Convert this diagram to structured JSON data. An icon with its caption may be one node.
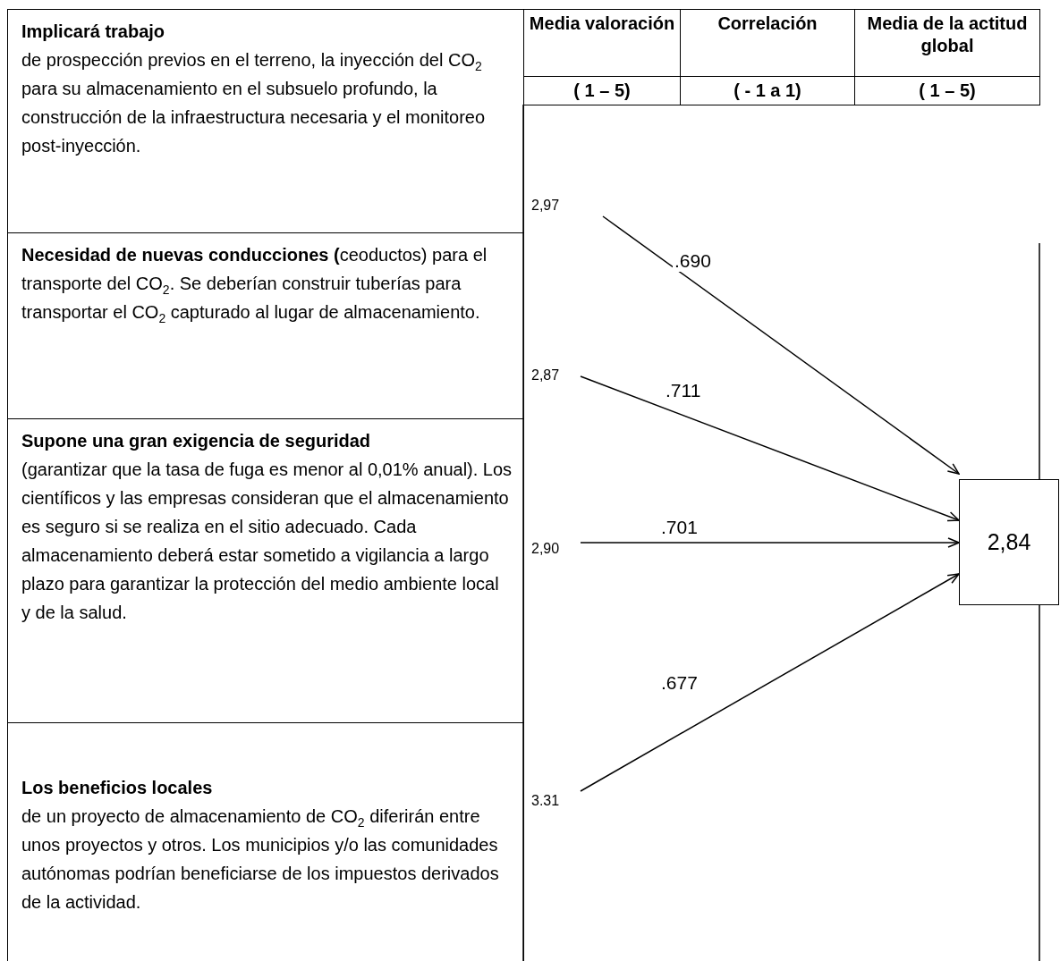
{
  "diagram": {
    "nodes": [
      {
        "text": [
          "Implicará trabajo",
          "de prospección previos en el terreno, la inyección del CO$_{2}$ para su almacenamiento en el subsuelo profundo, la construcción de la infraestructura necesaria y el monitoreo post-inyección."
        ]
      },
      {
        "text": [
          "**Necesidad de nuevas conducciones (**ceoductos) para el transporte del CO$_{2}$. Se deberían construir tuberías para transportar el CO$_{2}$ capturado al lugar de almacenamiento."
        ]
      },
      {
        "text": [
          "Supone una gran exigencia de seguridad",
          "(garantizar que la tasa de fuga es menor al 0,01% anual). Los científicos y las empresas consideran que el almacenamiento es seguro si se realiza en el sitio adecuado. Cada almacenamiento deberá estar sometido a vigilancia a largo plazo para garantizar la protección del medio ambiente local y de la salud."
        ]
      },
      {
        "text": [
          "Los beneficios locales",
          "de un proyecto de almacenamiento de CO$_{2}$ diferirán entre unos proyectos y otros. Los municipios y/o las comunidades autónomas podrían beneficiarse de los impuestos derivados de la actividad."
        ]
      },
      {
        "text": [
          "2,97"
        ]
      },
      {
        "text": [
          "2,87"
        ]
      },
      {
        "text": [
          "2,90"
        ]
      },
      {
        "text": [
          "3.31"
        ]
      },
      {
        "text": [
          "2,84"
        ]
      }
    ],
    "edges": [
      {
        "from": 4,
        "to": 8,
        "arrow": "to",
        "label": ".690"
      },
      {
        "from": 5,
        "to": 8,
        "arrow": "to",
        "label": ".711"
      },
      {
        "from": 6,
        "to": 8,
        "arrow": "to",
        "label": ".701"
      },
      {
        "from": 7,
        "to": 8,
        "arrow": "to",
        "label": ".677"
      }
    ],
    "labels": [
      "Media valoración",
      "Correlación",
      "Media de la actitud global",
      "( 1 – 5)",
      "( - 1 a 1)",
      "( 1 – 5)"
    ]
  }
}
